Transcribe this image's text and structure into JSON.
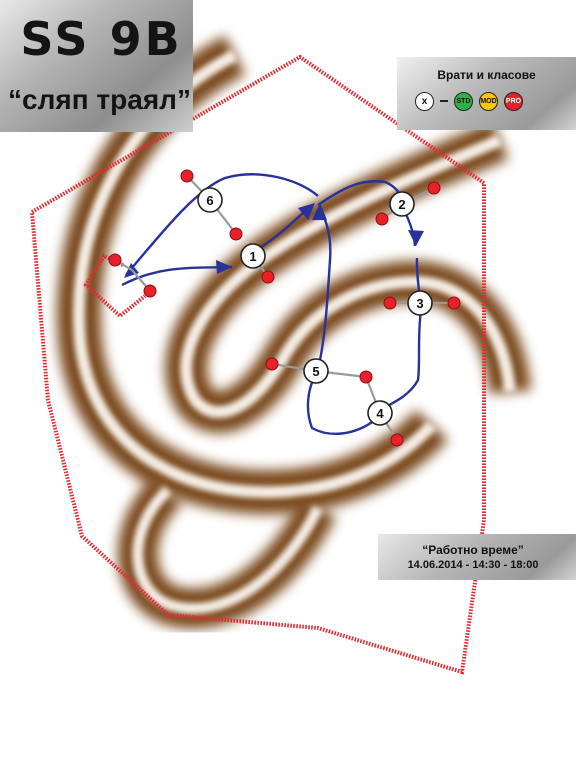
{
  "header": {
    "stage_code": "SS 9B",
    "stage_name": "“сляп траял”"
  },
  "legend": {
    "title": "Врати и класове",
    "items": [
      {
        "icon": "x-mark-icon",
        "label": "x",
        "color": "#ffffff"
      },
      {
        "icon": "std-class-icon",
        "label": "STD",
        "color": "#27b34a"
      },
      {
        "icon": "mod-class-icon",
        "label": "MOD",
        "color": "#f5c800"
      },
      {
        "icon": "pro-class-icon",
        "label": "PRO",
        "color": "#e8202a"
      }
    ]
  },
  "working_time": {
    "title": "“Работно време”",
    "value": "14.06.2014 - 14:30 - 18:00"
  },
  "diagram": {
    "waypoints": [
      "1",
      "2",
      "3",
      "4",
      "5",
      "6"
    ],
    "colors": {
      "terrain_trail": "#7a4a1e",
      "route_line": "#27339b",
      "boundary": "#e32a33",
      "gate_dot": "#e8202a"
    }
  }
}
